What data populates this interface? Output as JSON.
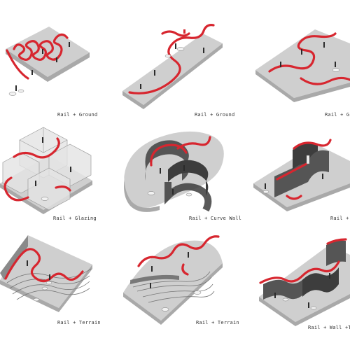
{
  "diagram": {
    "colors": {
      "rail": "#d7262f",
      "slab_top": "#cfcfcf",
      "slab_side": "#a9a9a9",
      "wall": "#555555",
      "wall_dark": "#3d3d3d",
      "glass": "#dcdcdc",
      "figure": "#2b2b2b",
      "furniture": "#f2f2f2",
      "label": "#333333"
    },
    "panels": [
      {
        "label": "Rail + Ground",
        "kind": "rail-ground"
      },
      {
        "label": "Rail + Ground",
        "kind": "rail-ground"
      },
      {
        "label": "Rail + Gr",
        "kind": "rail-ground"
      },
      {
        "label": "Rail + Glazing",
        "kind": "rail-glazing"
      },
      {
        "label": "Rail + Curve Wall",
        "kind": "rail-curve-wall"
      },
      {
        "label": "Rail +",
        "kind": "rail-wall"
      },
      {
        "label": "Rail + Terrain",
        "kind": "rail-terrain"
      },
      {
        "label": "Rail + Terrain",
        "kind": "rail-terrain"
      },
      {
        "label": "Rail + Wall +Terra",
        "kind": "rail-wall-terrain"
      }
    ]
  }
}
